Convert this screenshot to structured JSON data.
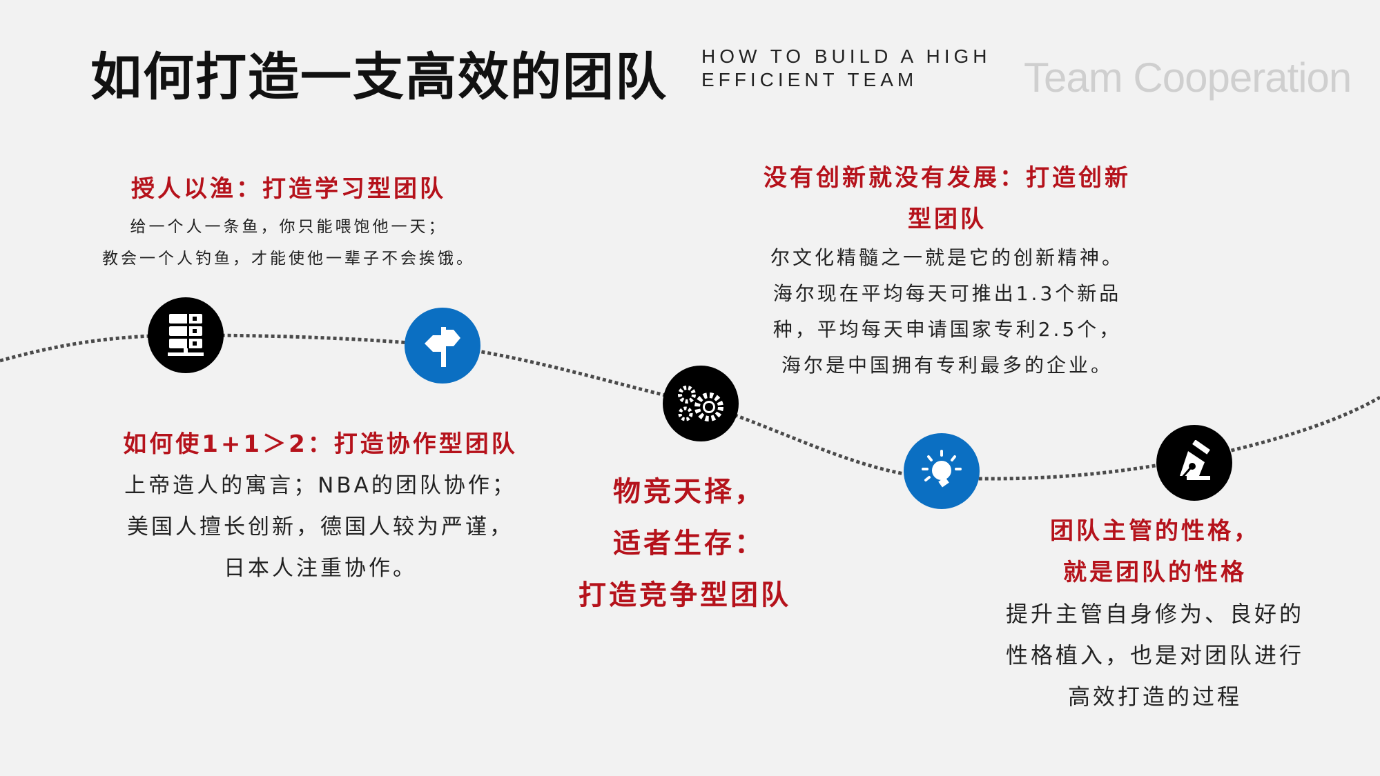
{
  "header": {
    "title": "如何打造一支高效的团队",
    "subtitle_line1": "HOW TO BUILD A HIGH",
    "subtitle_line2": "EFFICIENT TEAM",
    "brand": "Team Cooperation"
  },
  "colors": {
    "accent": "#b5121b",
    "blue": "#0b6fc2",
    "dark": "#000000"
  },
  "icons": [
    "server-icon",
    "signpost-icon",
    "gears-icon",
    "lightbulb-icon",
    "pen-nib-icon"
  ],
  "sections": [
    {
      "title": "授人以渔：打造学习型团队",
      "lines": [
        "给一个人一条鱼，你只能喂饱他一天；",
        "教会一个人钓鱼，才能使他一辈子不会挨饿。"
      ]
    },
    {
      "title": "如何使1+1＞2：打造协作型团队",
      "lines": [
        "上帝造人的寓言；NBA的团队协作；",
        "美国人擅长创新，德国人较为严谨，",
        "日本人注重协作。"
      ]
    },
    {
      "title_lines": [
        "物竞天择，",
        "适者生存：",
        "打造竞争型团队"
      ]
    },
    {
      "title_lines": [
        "没有创新就没有发展：打造创新",
        "型团队"
      ],
      "lines": [
        "尔文化精髓之一就是它的创新精神。",
        "海尔现在平均每天可推出1.3个新品",
        "种，平均每天申请国家专利2.5个，",
        "海尔是中国拥有专利最多的企业。"
      ]
    },
    {
      "title_lines": [
        "团队主管的性格，",
        "就是团队的性格"
      ],
      "lines": [
        "提升主管自身修为、良好的",
        "性格植入，也是对团队进行",
        "高效打造的过程"
      ]
    }
  ]
}
